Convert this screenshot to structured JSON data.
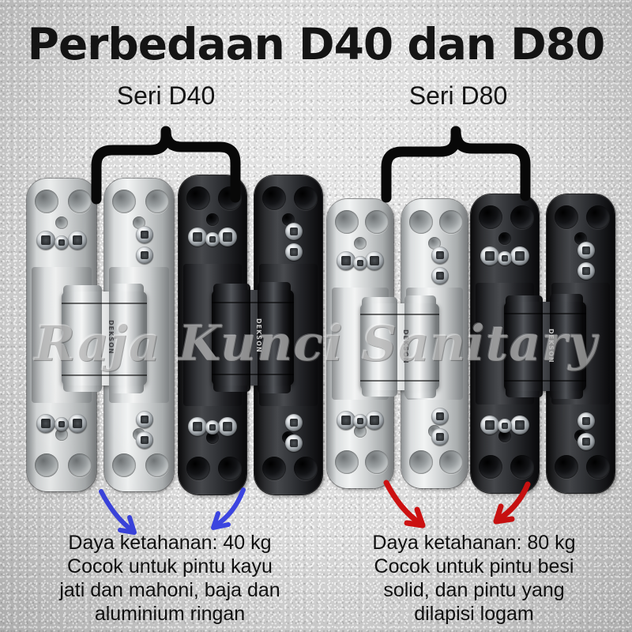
{
  "page": {
    "title": "Perbedaan D40 dan D80",
    "watermark": "Raja Kunci Sanitary",
    "background_color": "#d8d8d8"
  },
  "groups": [
    {
      "id": "d40",
      "label": "Seri D40",
      "brace": "curly-brace-down",
      "arrow_color": "#3b44e0",
      "caption_lines": [
        "Daya ketahanan: 40 kg",
        "Cocok untuk pintu kayu",
        "jati dan mahoni, baja dan",
        "aluminium ringan"
      ],
      "capacity": "40 kg",
      "hinges": [
        {
          "finish": "silver",
          "brand": "DEKSON"
        },
        {
          "finish": "black",
          "brand": "DEKSON"
        }
      ]
    },
    {
      "id": "d80",
      "label": "Seri D80",
      "brace": "curly-brace-down",
      "arrow_color": "#cc1111",
      "caption_lines": [
        "Daya ketahanan: 80 kg",
        "Cocok untuk pintu besi",
        "solid, dan pintu yang",
        "dilapisi logam"
      ],
      "capacity": "80 kg",
      "hinges": [
        {
          "finish": "silver",
          "brand": "DEKSON"
        },
        {
          "finish": "black",
          "brand": "DEKSON"
        }
      ]
    }
  ],
  "product": {
    "brand": "DEKSON",
    "type": "concealed-3d-adjustable-door-hinge",
    "finishes": [
      "silver",
      "black"
    ]
  },
  "annotations": {
    "arrows": [
      {
        "name": "arrow-d40-silver",
        "color": "#3b44e0",
        "direction": "down-right"
      },
      {
        "name": "arrow-d40-black",
        "color": "#3b44e0",
        "direction": "down-left"
      },
      {
        "name": "arrow-d80-silver",
        "color": "#cc1111",
        "direction": "down-right"
      },
      {
        "name": "arrow-d80-black",
        "color": "#cc1111",
        "direction": "down-left"
      }
    ],
    "braces": [
      {
        "name": "brace-d40",
        "color": "#080808"
      },
      {
        "name": "brace-d80",
        "color": "#080808"
      }
    ]
  }
}
